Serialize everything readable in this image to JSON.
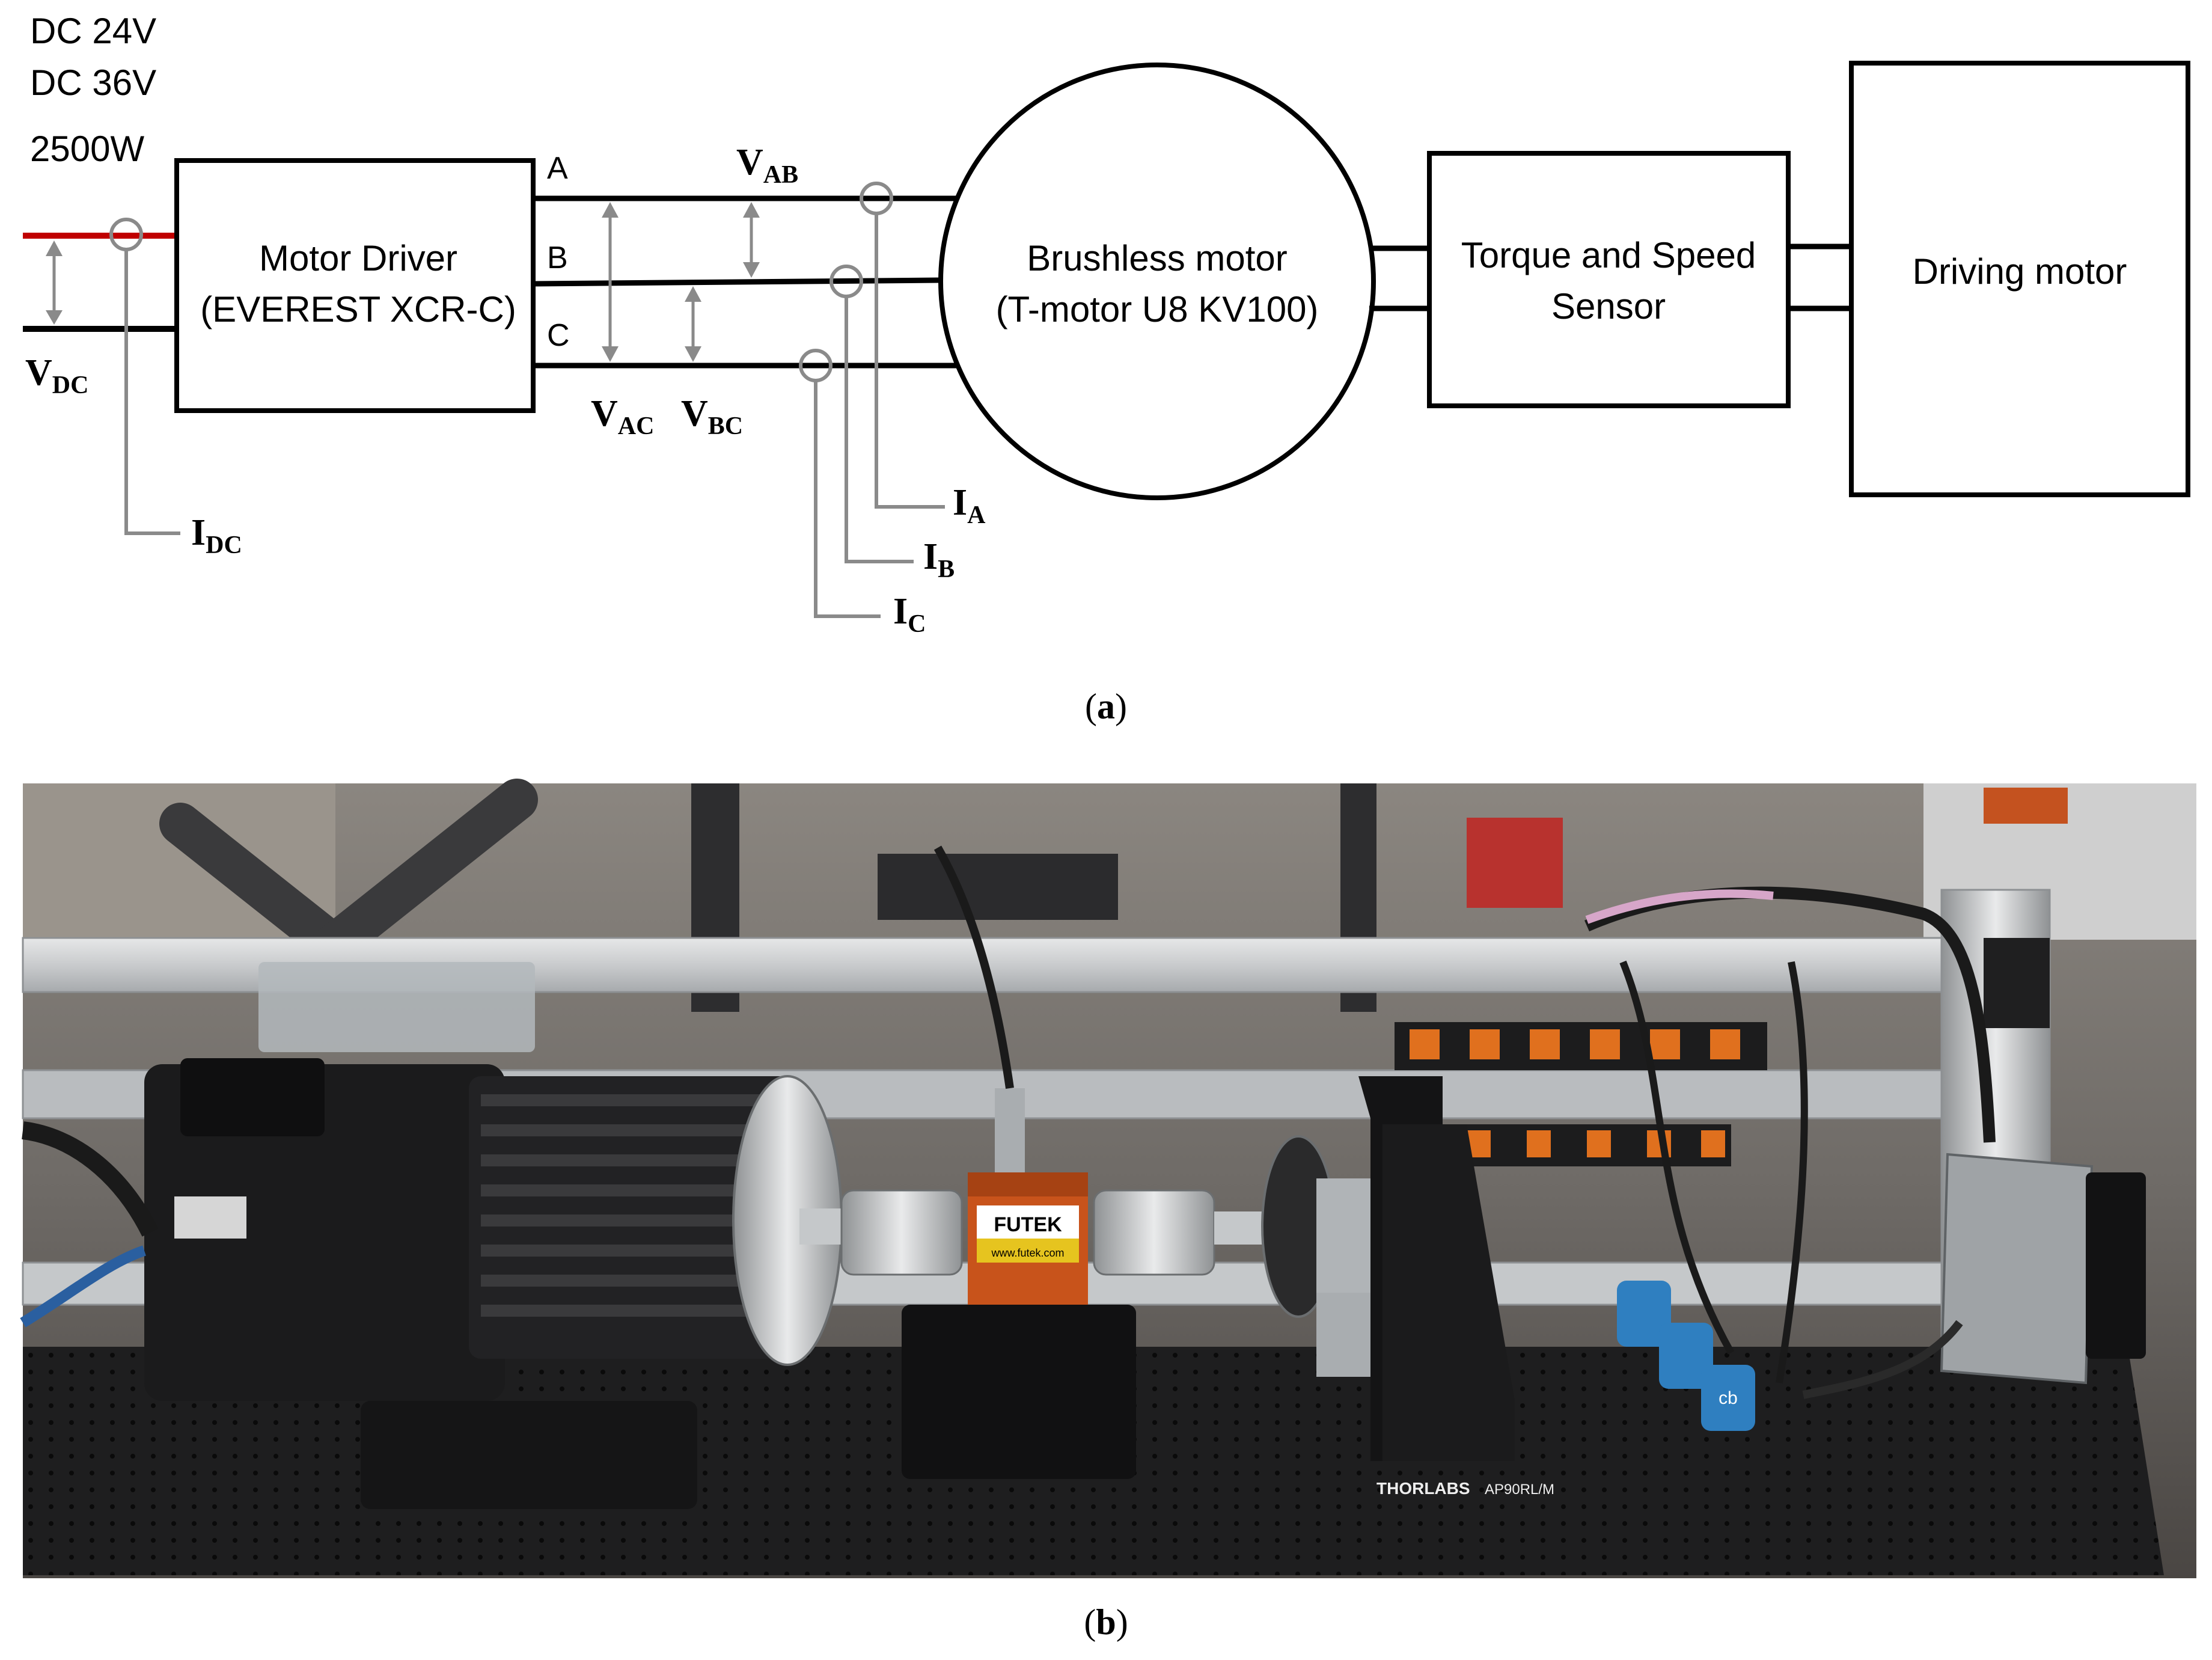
{
  "panel_a": {
    "supply": {
      "line1": "DC 24V",
      "line2": "DC 36V",
      "power": "2500W"
    },
    "blocks": {
      "driver_line1": "Motor Driver",
      "driver_line2": "(EVEREST XCR-C)",
      "motor_line1": "Brushless motor",
      "motor_line2": "(T-motor U8 KV100)",
      "sensor_line1": "Torque and Speed",
      "sensor_line2": "Sensor",
      "driving": "Driving motor"
    },
    "phases": {
      "a": "A",
      "b": "B",
      "c": "C"
    },
    "measurements": {
      "vdc": {
        "main": "V",
        "sub": "DC"
      },
      "idc": {
        "main": "I",
        "sub": "DC"
      },
      "vab": {
        "main": "V",
        "sub": "AB"
      },
      "vac": {
        "main": "V",
        "sub": "AC"
      },
      "vbc": {
        "main": "V",
        "sub": "BC"
      },
      "ia": {
        "main": "I",
        "sub": "A"
      },
      "ib": {
        "main": "I",
        "sub": "B"
      },
      "ic": {
        "main": "I",
        "sub": "C"
      }
    },
    "caption": {
      "open": "(",
      "letter": "a",
      "close": ")"
    }
  },
  "panel_b": {
    "labels": {
      "futek": "FUTEK",
      "futek_url": "www.futek.com",
      "thorlabs": "THORLABS",
      "mount_model": "AP90RL/M",
      "sensor_tag": "cb"
    },
    "caption": {
      "open": "(",
      "letter": "b",
      "close": ")"
    }
  },
  "colors": {
    "supply_line": "#c00000",
    "wire": "#000000",
    "probe": "#8a8a8a"
  }
}
